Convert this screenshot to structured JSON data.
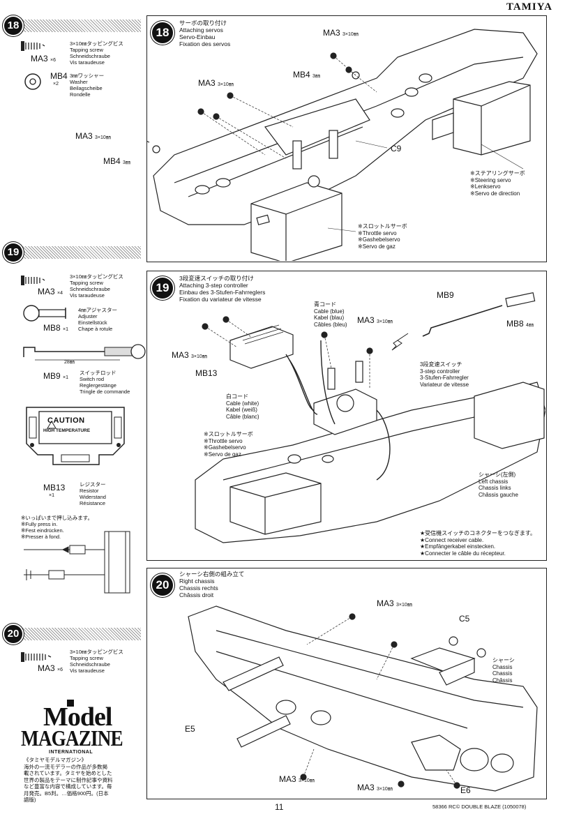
{
  "header": {
    "brand": "TAMIYA"
  },
  "left_column": {
    "step18": {
      "number": "18",
      "parts": [
        {
          "code": "MA3",
          "qty": "×6",
          "size": "3×10㎜",
          "jp": "タッピングビス",
          "en": "Tapping screw",
          "de": "Schneidschraube",
          "fr": "Vis taraudeuse"
        },
        {
          "code": "MB4",
          "qty": "×2",
          "size": "3㎜",
          "jp": "ワッシャー",
          "en": "Washer",
          "de": "Beilagscheibe",
          "fr": "Rondelle"
        }
      ]
    },
    "step19": {
      "number": "19",
      "parts": [
        {
          "code": "MA3",
          "qty": "×4",
          "size": "3×10㎜",
          "jp": "タッピングビス",
          "en": "Tapping screw",
          "de": "Schneidschraube",
          "fr": "Vis taraudeuse"
        },
        {
          "code": "MB8",
          "qty": "×1",
          "size": "4㎜",
          "jp": "アジャスター",
          "en": "Adjuster",
          "de": "Einstellstück",
          "fr": "Chape à rotule"
        },
        {
          "code": "MB9",
          "qty": "×1",
          "size": "28㎜",
          "jp": "スイッチロッド",
          "en": "Switch rod",
          "de": "Reglergestänge",
          "fr": "Tringle de commande"
        },
        {
          "code": "MB13",
          "qty": "×1",
          "jp": "レジスター",
          "en": "Resistor",
          "de": "Widerstand",
          "fr": "Résistance"
        }
      ],
      "caution_title": "CAUTION",
      "caution_sub": "HIGH TEMPERATURE",
      "press_note": {
        "jp": "※いっぱいまで押し込みます。",
        "en": "※Fully press in.",
        "de": "※Fest eindrücken.",
        "fr": "※Presser à fond."
      }
    },
    "step20": {
      "number": "20",
      "parts": [
        {
          "code": "MA3",
          "qty": "×6",
          "size": "3×10㎜",
          "jp": "タッピングビス",
          "en": "Tapping screw",
          "de": "Schneidschraube",
          "fr": "Vis taraudeuse"
        }
      ]
    },
    "magazine": {
      "title_top": "Model",
      "title_bottom": "MAGAZINE",
      "subtitle": "INTERNATIONAL",
      "jp_lines": [
        "《タミヤモデルマガジン》",
        "海外の一流モデラーの作品が多数掲",
        "載されています。タミヤを始めとした",
        "世界の製品をテーマに制作記事や資料",
        "など豊富な内容で構成しています。毎",
        "月発売。B5判。…価格900円。(日本",
        "語版)"
      ]
    }
  },
  "panels": {
    "p18": {
      "number": "18",
      "title": {
        "jp": "サーボの取り付け",
        "en": "Attaching servos",
        "de": "Servo-Einbau",
        "fr": "Fixation des servos"
      },
      "labels": {
        "ma3_a": "MA3",
        "ma3_a_size": "3×10㎜",
        "mb4_a": "MB4",
        "mb4_a_size": "3㎜",
        "ma3_b": "MA3",
        "ma3_b_size": "3×10㎜",
        "ma3_c": "MA3",
        "ma3_c_size": "3×10㎜",
        "mb4_b": "MB4",
        "mb4_b_size": "3㎜",
        "c9": "C9"
      },
      "steering_note": [
        "※ステアリングサーボ",
        "※Steering servo",
        "※Lenkservo",
        "※Servo de direction"
      ],
      "throttle_note": [
        "※スロットルサーボ",
        "※Throttle servo",
        "※Gashebelservo",
        "※Servo de gaz"
      ]
    },
    "p19": {
      "number": "19",
      "title": {
        "jp": "3段変速スイッチの取り付け",
        "en": "Attaching 3-step controller",
        "de": "Einbau des 3-Stufen-Fahrreglers",
        "fr": "Fixation du variateur de vitesse"
      },
      "labels": {
        "mb9": "MB9",
        "mb8": "MB8",
        "mb8_size": "4㎜",
        "ma3_a": "MA3",
        "ma3_a_size": "3×10㎜",
        "ma3_b": "MA3",
        "ma3_b_size": "3×10㎜",
        "mb13": "MB13"
      },
      "blue_cable": [
        "青コード",
        "Cable (blue)",
        "Kabel (blau)",
        "Câbles (bleu)"
      ],
      "white_cable": [
        "白コード",
        "Cable (white)",
        "Kabel (weiß)",
        "Câble (blanc)"
      ],
      "controller": [
        "3段変速スイッチ",
        "3-step controller",
        "3-Stufen-Fahrregler",
        "Variateur de vitesse"
      ],
      "throttle_note": [
        "※スロットルサーボ",
        "※Throttle servo",
        "※Gashebelservo",
        "※Servo de gaz"
      ],
      "left_chassis": [
        "シャーシ(左側)",
        "Left chassis",
        "Chassis links",
        "Châssis gauche"
      ],
      "receiver_note": [
        "★受信機スイッチのコネクターをつなぎます。",
        "★Connect receiver cable.",
        "★Empfängerkabel einstecken.",
        "★Connecter le câble du récepteur."
      ]
    },
    "p20": {
      "number": "20",
      "title": {
        "jp": "シャーシ右側の組み立て",
        "en": "Right chassis",
        "de": "Chassis rechts",
        "fr": "Châssis droit"
      },
      "labels": {
        "ma3_a": "MA3",
        "ma3_a_size": "3×10㎜",
        "c5": "C5",
        "e5": "E5",
        "e6": "E6",
        "ma3_b": "MA3",
        "ma3_b_size": "3×10㎜",
        "ma3_c": "MA3",
        "ma3_c_size": "3×10㎜"
      },
      "chassis": [
        "シャーシ",
        "Chassis",
        "Chassis",
        "Châssis"
      ]
    }
  },
  "footer": {
    "page": "11",
    "product": "58366  RC© DOUBLE BLAZE (1050078)"
  }
}
